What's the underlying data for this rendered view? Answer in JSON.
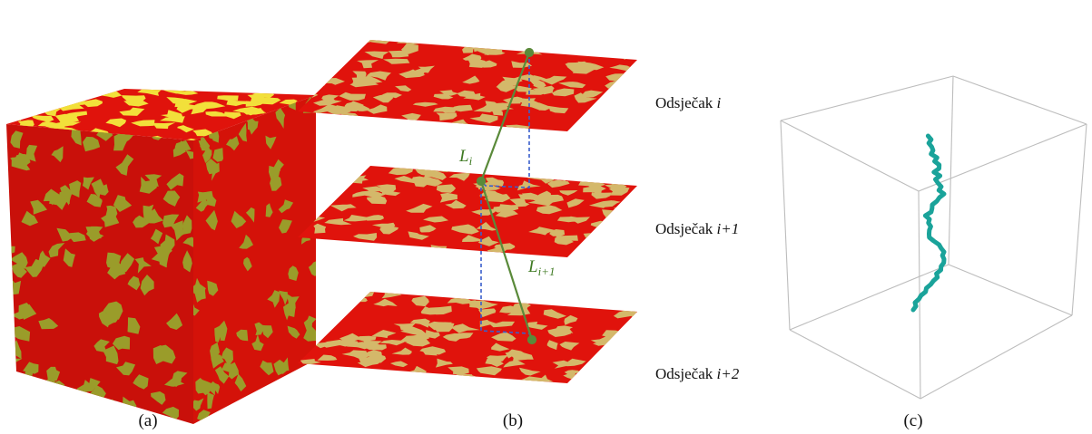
{
  "panels": {
    "a": {
      "label": "(a)"
    },
    "b": {
      "label": "(b)",
      "slices": [
        {
          "prefix": "Odsječak ",
          "index": "i"
        },
        {
          "prefix": "Odsječak ",
          "index": "i+1"
        },
        {
          "prefix": "Odsječak ",
          "index": "i+2"
        }
      ],
      "segments": [
        {
          "symbol": "L",
          "sub": "i"
        },
        {
          "symbol": "L",
          "sub": "i+1"
        }
      ]
    },
    "c": {
      "label": "(c)"
    }
  },
  "colors": {
    "matrix": "#e0130c",
    "pore_top": "#f2e03a",
    "pore_side": "#9a9c2a",
    "slice_pore": "#d4b86a",
    "path_line": "#5a8a3a",
    "projection": "#3a5fcc",
    "tortuous_path": "#1aa39a",
    "box_edges": "#bdbdbd"
  }
}
